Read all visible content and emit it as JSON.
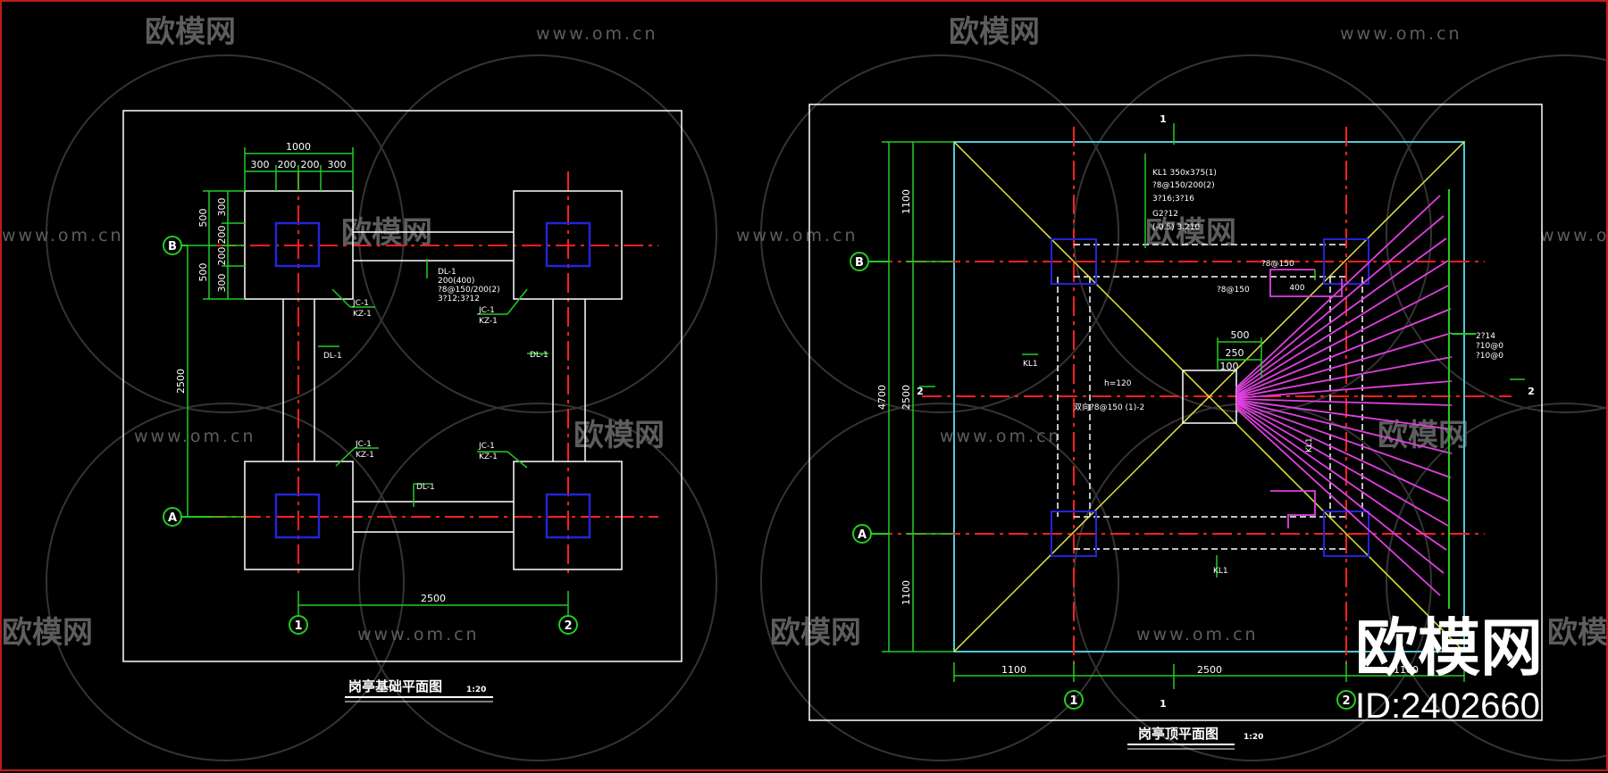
{
  "colors": {
    "background": "#000000",
    "frame_red": "#c21a1a",
    "white_line": "#ffffff",
    "axis_red": "#ff2020",
    "dim_green": "#22cc22",
    "column_blue": "#2424d8",
    "yellow": "#e8e840",
    "cyan": "#52c8d8",
    "magenta": "#e040e0",
    "watermark": "#6a6a6a"
  },
  "watermark": {
    "brand": "欧模网",
    "site": "www.om.cn"
  },
  "badge": {
    "brand": "欧模网",
    "id": "ID:2402660"
  },
  "left_plan": {
    "title": "岗亭基础平面图",
    "scale": "1:20",
    "axes": {
      "b": "B",
      "a": "A",
      "one": "1",
      "two": "2"
    },
    "dims": {
      "top_total": "1000",
      "top_parts": [
        "300",
        "200",
        "200",
        "300"
      ],
      "left_parts": [
        "500",
        "300",
        "200",
        "200",
        "500",
        "300"
      ],
      "left_total": "2500",
      "bottom_total": "2500"
    },
    "labels": {
      "jc1_a": "JC-1",
      "kz1_a": "KZ-1",
      "jc1_b": "JC-1",
      "kz1_b": "KZ-1",
      "jc1_c": "JC-1",
      "kz1_c": "KZ-1",
      "jc1_d": "JC-1",
      "kz1_d": "KZ-1",
      "dl1_left": "DL-1",
      "dl1_right": "DL-1",
      "dl1_bottom": "DL-1",
      "dl_note_1": "DL-1",
      "dl_note_2": "200(400)",
      "dl_note_3": "?8@150/200(2)",
      "dl_note_4": "3?12;3?12"
    }
  },
  "right_plan": {
    "title": "岗亭顶平面图",
    "scale": "1:20",
    "axes": {
      "b": "B",
      "a": "A",
      "one": "1",
      "two": "2"
    },
    "section": {
      "top": "1",
      "bottom": "1",
      "left": "2",
      "right": "2"
    },
    "dims": {
      "left_top": "1100",
      "left_mid": "2500",
      "left_total": "4700",
      "left_bottom": "1100",
      "bottom_left": "1100",
      "bottom_mid": "2500",
      "bottom_right": "1100",
      "d500": "500",
      "d250": "250",
      "d100": "100",
      "d400": "400"
    },
    "labels": {
      "kl1_note_1": "KL1  350x375(1)",
      "kl1_note_2": "?8@150/200(2)",
      "kl1_note_3": "3?16;3?16",
      "kl1_note_4": "G2?12",
      "kl1_note_5": "(-0.5) 3.210",
      "kl1_left": "KL1",
      "kl1_bottom": "KL1",
      "kl1_right": "KL1",
      "h120": "h=120",
      "slab_note": "双向?8@150 (1)-2",
      "rebar_1": "?8@150",
      "rebar_2": "?8@150",
      "right_note_1": "2?14",
      "right_note_2": "?10@0",
      "right_note_3": "?10@0"
    }
  }
}
